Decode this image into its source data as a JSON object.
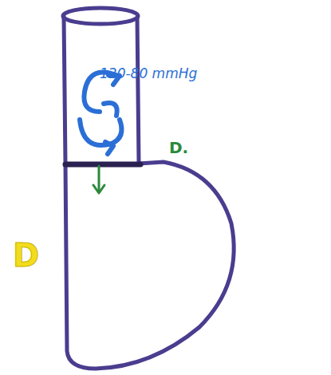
{
  "diagram": {
    "labels": [
      "120-80 mmHg",
      "D.",
      "D"
    ]
  }
}
